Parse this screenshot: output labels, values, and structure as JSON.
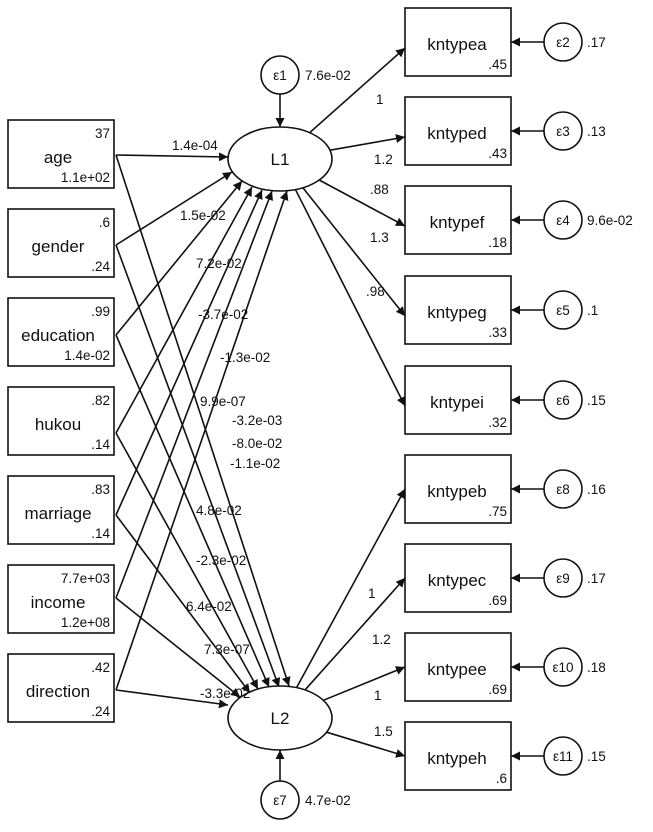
{
  "exogenous": [
    {
      "name": "age",
      "mean": "37",
      "variance": "1.1e+02"
    },
    {
      "name": "gender",
      "mean": ".6",
      "variance": ".24"
    },
    {
      "name": "education",
      "mean": ".99",
      "variance": "1.4e-02"
    },
    {
      "name": "hukou",
      "mean": ".82",
      "variance": ".14"
    },
    {
      "name": "marriage",
      "mean": ".83",
      "variance": ".14"
    },
    {
      "name": "income",
      "mean": "7.7e+03",
      "variance": "1.2e+08"
    },
    {
      "name": "direction",
      "mean": ".42",
      "variance": ".24"
    }
  ],
  "latents": [
    {
      "name": "L1",
      "error_label": "ε1",
      "error_variance": "7.6e-02"
    },
    {
      "name": "L2",
      "error_label": "ε7",
      "error_variance": "4.7e-02"
    }
  ],
  "indicators": [
    {
      "name": "kntypea",
      "latent": 0,
      "loading": "1",
      "intercept": ".45",
      "error_label": "ε2",
      "error_variance": ".17"
    },
    {
      "name": "kntyped",
      "latent": 0,
      "loading": "1.2",
      "intercept": ".43",
      "error_label": "ε3",
      "error_variance": ".13"
    },
    {
      "name": "kntypef",
      "latent": 0,
      "loading": ".88",
      "intercept": ".18",
      "error_label": "ε4",
      "error_variance": "9.6e-02"
    },
    {
      "name": "kntypeg",
      "latent": 0,
      "loading": "1.3",
      "intercept": ".33",
      "error_label": "ε5",
      "error_variance": ".1"
    },
    {
      "name": "kntypei",
      "latent": 0,
      "loading": ".98",
      "intercept": ".32",
      "error_label": "ε6",
      "error_variance": ".15"
    },
    {
      "name": "kntypeb",
      "latent": 1,
      "loading": "1",
      "intercept": ".75",
      "error_label": "ε8",
      "error_variance": ".16"
    },
    {
      "name": "kntypec",
      "latent": 1,
      "loading": "1.2",
      "intercept": ".69",
      "error_label": "ε9",
      "error_variance": ".17"
    },
    {
      "name": "kntypee",
      "latent": 1,
      "loading": "1",
      "intercept": ".69",
      "error_label": "ε10",
      "error_variance": ".18"
    },
    {
      "name": "kntypeh",
      "latent": 1,
      "loading": "1.5",
      "intercept": ".6",
      "error_label": "ε11",
      "error_variance": ".15"
    }
  ],
  "paths_to_L1": [
    "1.4e-04",
    "1.5e-02",
    "7.2e-02",
    "-3.7e-02",
    "-1.3e-02",
    "9.9e-07",
    "-8.0e-02"
  ],
  "paths_to_L2": [
    "-3.2e-03",
    "-1.1e-02",
    "4.8e-02",
    "-2.3e-02",
    "6.4e-02",
    "7.3e-07",
    "-3.3e-02"
  ]
}
